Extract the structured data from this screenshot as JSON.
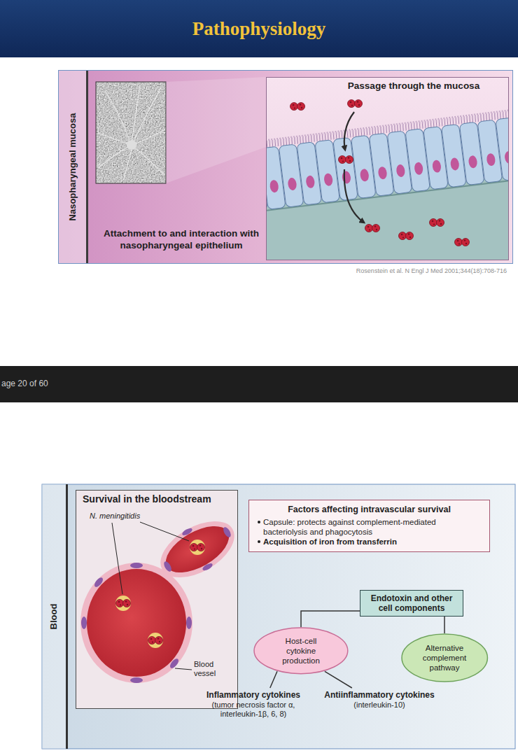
{
  "diagram": {
    "title": "Pathophysiology",
    "nodes": [
      {
        "text": [
          "Attachment to and interaction with nasopharyngeal epithelium"
        ]
      },
      {
        "text": [
          "Nasopharyngeal mucosa"
        ],
        "in": 0
      },
      {
        "text": [
          "Passage through the mucosa"
        ],
        "in": 0
      },
      {
        "text": [
          "Blood"
        ]
      },
      {
        "text": [
          "Survival in the bloodstream"
        ]
      },
      {
        "text": [
          "Factors affecting intravascular survival",
          "Capsule: protects against complement-mediated bacteriolysis and phagocytosis",
          "Acquisition of iron from transferrin"
        ]
      },
      {
        "text": [
          "Endotoxin and other cell components"
        ]
      },
      {
        "text": [
          "Host-cell cytokine production"
        ]
      },
      {
        "text": [
          "Alternative complement pathway"
        ]
      },
      {
        "text": [
          "Inflammatory cytokines",
          "(tumor necrosis factor α, interleukin-1β, 6, 8)"
        ]
      },
      {
        "text": [
          "Antiinflammatory cytokines",
          "(interleukin-10)"
        ]
      }
    ],
    "edges": [
      {
        "from": 6,
        "to": 7,
        "arrow": "none"
      },
      {
        "from": 6,
        "to": 8,
        "arrow": "none"
      },
      {
        "from": 7,
        "to": 9,
        "arrow": "none"
      },
      {
        "from": 7,
        "to": 10,
        "arrow": "none"
      }
    ],
    "labels": [
      "Rosenstein et al. N Engl J Med 2001;344(18):708-716",
      "age 20 of 60",
      "N. meningitidis",
      "Blood vessel"
    ]
  }
}
